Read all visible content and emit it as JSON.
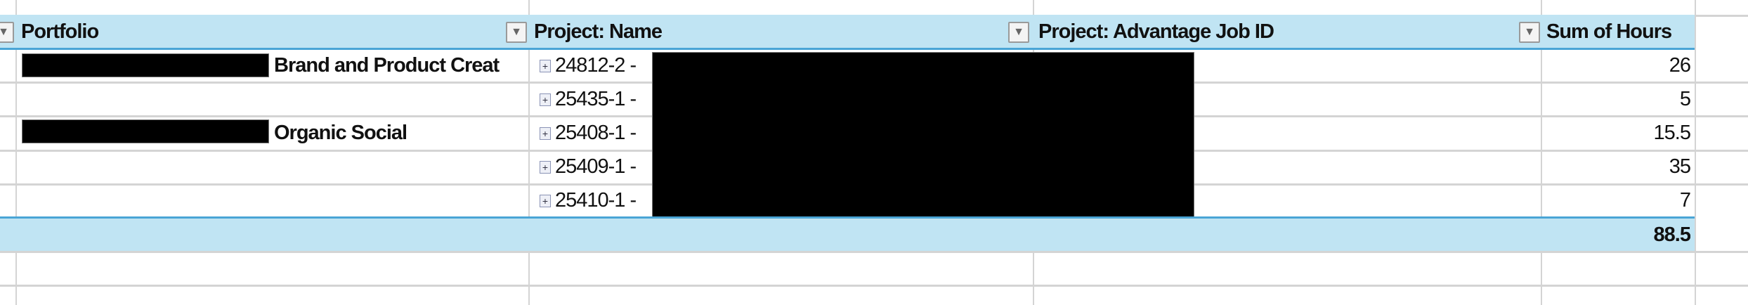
{
  "headers": {
    "portfolio": "Portfolio",
    "project_name": "Project: Name",
    "job_id": "Project: Advantage Job ID",
    "sum_hours": "Sum of Hours"
  },
  "rows": [
    {
      "portfolio": "Brand and Product Creat",
      "project": "24812-2 -",
      "hours": "26"
    },
    {
      "portfolio": "",
      "project": "25435-1 -",
      "hours": "5"
    },
    {
      "portfolio": "Organic Social",
      "project": "25408-1 -",
      "hours": "15.5"
    },
    {
      "portfolio": "",
      "project": "25409-1 -",
      "hours": "35"
    },
    {
      "portfolio": "",
      "project": "25410-1 -",
      "hours": "7"
    }
  ],
  "total": {
    "hours": "88.5"
  },
  "colors": {
    "header_band": "#c0e4f3",
    "accent_line": "#4aa5d6",
    "grid": "#d4d4d4"
  }
}
